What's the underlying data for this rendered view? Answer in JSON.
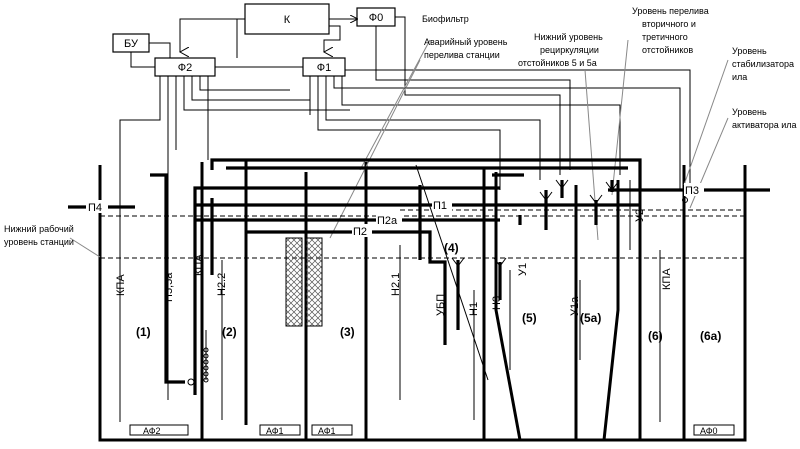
{
  "control": {
    "k": "К",
    "bu": "БУ",
    "f0": "Ф0",
    "f1": "Ф1",
    "f2": "Ф2"
  },
  "annotations": {
    "biofilter": "Биофильтр",
    "emergency_1": "Аварийный уровень",
    "emergency_2": "перелива станции",
    "recirc_1": "Нижний уровень",
    "recirc_2": "рециркуляции",
    "recirc_3": "отстойников 5 и 5а",
    "overflow_1": "Уровень перелива",
    "overflow_2": "вторичного и",
    "overflow_3": "третичного",
    "overflow_4": "отстойников",
    "stab_1": "Уровень",
    "stab_2": "стабилизатора",
    "stab_3": "ила",
    "act_1": "Уровень",
    "act_2": "активатора ила",
    "low_1": "Нижний рабочий",
    "low_2": "уровень станции"
  },
  "chambers": {
    "c1": "(1)",
    "c2": "(2)",
    "c3": "(3)",
    "c4": "(4)",
    "c5": "(5)",
    "c5a": "(5а)",
    "c6": "(6)",
    "c6a": "(6а)"
  },
  "levels": {
    "p1": "П1",
    "p2": "П2",
    "p2a": "П2а",
    "p3": "П3",
    "p4": "П4"
  },
  "devices": {
    "kpa": "КПА",
    "n5_5a": "Н5,5а",
    "n2_2": "Н2.2",
    "n2_1": "Н2.1",
    "n1": "Н1",
    "n3": "Н3",
    "y1": "У1",
    "y1a": "У1а",
    "y2": "У2",
    "ubp": "УБП",
    "af2": "АФ2",
    "af1": "АФ1",
    "af0": "АФ0"
  }
}
